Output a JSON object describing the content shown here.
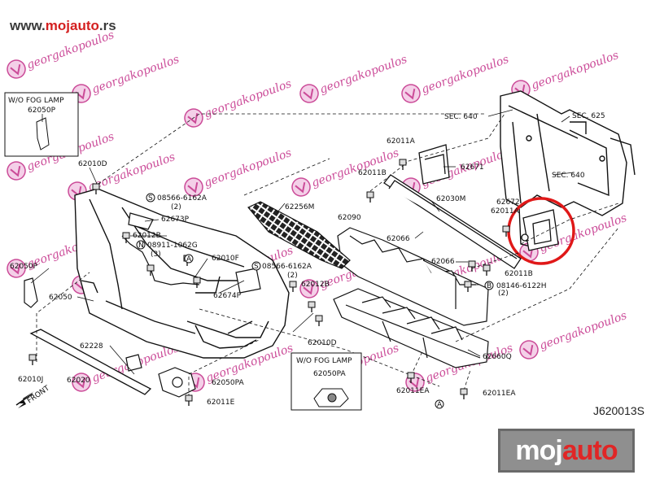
{
  "site": {
    "prefix": "www.",
    "brand": "mojauto",
    "suffix": ".rs"
  },
  "diagram_code": "J620013S",
  "logo_text": {
    "part1": "moj",
    "part2": "auto"
  },
  "watermark_text": "georgakopoulos",
  "boxes": {
    "left_title": "W/O FOG LAMP",
    "left_part": "62050P",
    "bottom_title": "W/O FOG LAMP",
    "bottom_part": "62050PA"
  },
  "front_label": "FRONT",
  "callouts": {
    "a_marker": "A",
    "b_marker": "B",
    "s_marker": "S",
    "n_marker": "N"
  },
  "labels": {
    "p62010D_top": "62010D",
    "p08566_6162A_top": "08566-6162A",
    "p08566_qty_top": "(2)",
    "p62673P": "62673P",
    "p62012B_left": "62012B",
    "p08911_1062G": "08911-1062G",
    "p08911_qty": "(3)",
    "p62050P_left": "62050P",
    "p62010F": "62010F",
    "p62050": "62050",
    "p62674P": "62674P",
    "p08566_6162A_mid": "08566-6162A",
    "p08566_qty_mid": "(2)",
    "p62012B_mid": "62012B",
    "p62228": "62228",
    "p62010D_mid": "62010D",
    "p62010J": "62010J",
    "p62020": "62020",
    "p62050PA": "62050PA",
    "p62011E": "62011E",
    "p62256M": "62256M",
    "p62090": "62090",
    "p62011A": "62011A",
    "p62011B_top": "62011B",
    "p62671": "62671",
    "p62030M": "62030M",
    "p62066_left": "62066",
    "p62066_right": "62066",
    "p62672": "62672",
    "p62011A_right": "62011A",
    "p62011B_right": "62011B",
    "p08146_6122H": "08146-6122H",
    "p08146_qty": "(2)",
    "p62660Q": "62660Q",
    "p62011EA_left": "62011EA",
    "p62011EA_right": "62011EA",
    "sec640_top": "SEC. 640",
    "sec625": "SEC. 625",
    "sec640_right": "SEC. 640"
  }
}
